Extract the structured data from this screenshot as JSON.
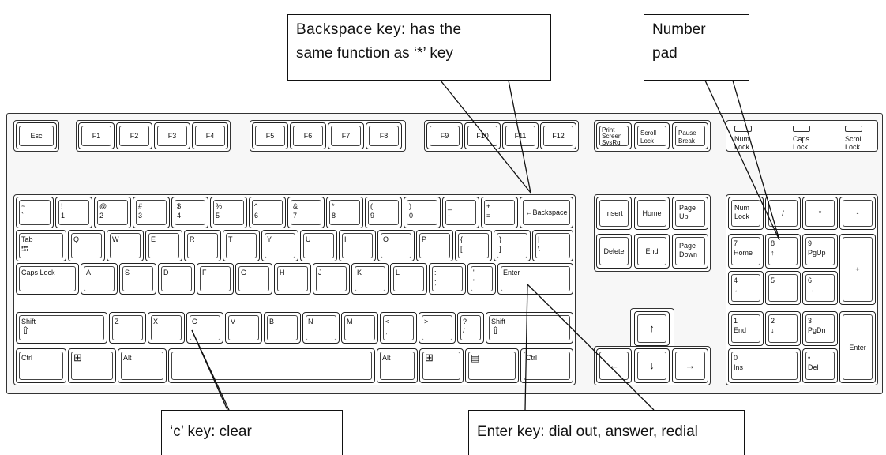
{
  "callouts": {
    "backspace": {
      "line1": "Backspace key: has the",
      "line2": "same function as ‘*’ key"
    },
    "numpad": {
      "line1": "Number",
      "line2": "pad"
    },
    "c_key": {
      "text": "‘c’ key: clear"
    },
    "enter": {
      "text": "Enter key: dial out, answer, redial"
    }
  },
  "keys": {
    "esc": "Esc",
    "f1": "F1",
    "f2": "F2",
    "f3": "F3",
    "f4": "F4",
    "f5": "F5",
    "f6": "F6",
    "f7": "F7",
    "f8": "F8",
    "f9": "F9",
    "f10": "F10",
    "f11": "F11",
    "f12": "F12",
    "print_top": "Print",
    "print_mid": "Screen",
    "print_bot": "SysRq",
    "scroll_top": "Scroll",
    "scroll_bot": "Lock",
    "pause_top": "Pause",
    "pause_bot": "Break",
    "num_row": [
      {
        "top": "~",
        "bot": "`"
      },
      {
        "top": "!",
        "bot": "1"
      },
      {
        "top": "@",
        "bot": "2"
      },
      {
        "top": "#",
        "bot": "3"
      },
      {
        "top": "$",
        "bot": "4"
      },
      {
        "top": "%",
        "bot": "5"
      },
      {
        "top": "^",
        "bot": "6"
      },
      {
        "top": "&",
        "bot": "7"
      },
      {
        "top": "*",
        "bot": "8"
      },
      {
        "top": "(",
        "bot": "9"
      },
      {
        "top": ")",
        "bot": "0"
      },
      {
        "top": "_",
        "bot": "-"
      },
      {
        "top": "+",
        "bot": "="
      }
    ],
    "backspace": "←Backspace",
    "tab": "Tab",
    "tab_glyph": "⭾",
    "q_row": [
      "Q",
      "W",
      "E",
      "R",
      "T",
      "Y",
      "U",
      "I",
      "O",
      "P"
    ],
    "lbrace": {
      "top": "{",
      "bot": "["
    },
    "rbrace": {
      "top": "}",
      "bot": "]"
    },
    "pipe": {
      "top": "|",
      "bot": "\\"
    },
    "caps": "Caps Lock",
    "a_row": [
      "A",
      "S",
      "D",
      "F",
      "G",
      "H",
      "J",
      "K",
      "L"
    ],
    "semicolon": {
      "top": ":",
      "bot": ";"
    },
    "quote": {
      "top": "\"",
      "bot": "'"
    },
    "enter": "Enter",
    "shift": "Shift",
    "shift_glyph": "⇧",
    "z_row": [
      "Z",
      "X",
      "C",
      "V",
      "B",
      "N",
      "M"
    ],
    "comma": {
      "top": "<",
      "bot": ","
    },
    "period": {
      "top": ">",
      "bot": "."
    },
    "slash": {
      "top": "?",
      "bot": "/"
    },
    "ctrl": "Ctrl",
    "alt": "Alt",
    "win_glyph": "⊞",
    "menu_glyph": "▤",
    "insert": "Insert",
    "home": "Home",
    "pageup_top": "Page",
    "pageup_bot": "Up",
    "delete": "Delete",
    "end": "End",
    "pagedown_top": "Page",
    "pagedown_bot": "Down",
    "arrow_up": "↑",
    "arrow_left": "←",
    "arrow_down": "↓",
    "arrow_right": "→",
    "numlock_top": "Num",
    "numlock_bot": "Lock",
    "np_slash": "/",
    "np_star": "*",
    "np_minus": "-",
    "np_plus": "+",
    "np7": {
      "top": "7",
      "bot": "Home"
    },
    "np8": {
      "top": "8",
      "bot": "↑"
    },
    "np9": {
      "top": "9",
      "bot": "PgUp"
    },
    "np4": {
      "top": "4",
      "bot": "←"
    },
    "np5": {
      "top": "5",
      "bot": ""
    },
    "np6": {
      "top": "6",
      "bot": "→"
    },
    "np1": {
      "top": "1",
      "bot": "End"
    },
    "np2": {
      "top": "2",
      "bot": "↓"
    },
    "np3": {
      "top": "3",
      "bot": "PgDn"
    },
    "np0": {
      "top": "0",
      "bot": "Ins"
    },
    "npdot": {
      "top": "•",
      "bot": "Del"
    },
    "np_enter": "Enter"
  },
  "indicators": [
    {
      "top": "Num",
      "bot": "Lock"
    },
    {
      "top": "Caps",
      "bot": "Lock"
    },
    {
      "top": "Scroll",
      "bot": "Lock"
    }
  ]
}
